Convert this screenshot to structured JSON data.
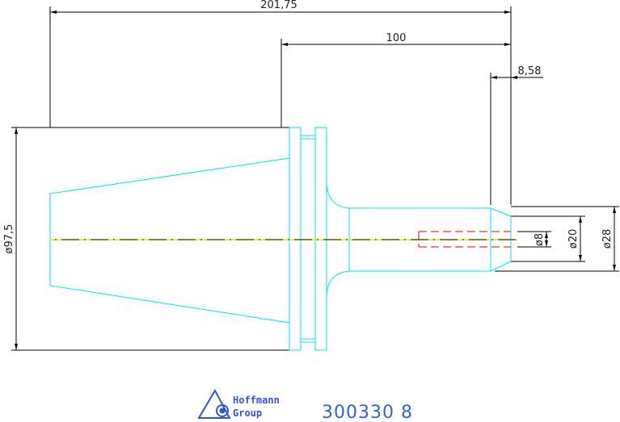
{
  "drawing": {
    "dimensions": {
      "overall_length": "201,75",
      "length_100": "100",
      "length_small": "8,58",
      "diameter_flange": "ø97,5",
      "diameter_bore": "ø8",
      "diameter_shank": "ø20",
      "diameter_nose": "ø28"
    },
    "logo": {
      "line1": "Hoffmann",
      "line2": "Group"
    },
    "part_number": "300330 8",
    "colors": {
      "outline": "#00e5ee",
      "dimension": "#000000",
      "centerline": "#f0e000",
      "hidden": "#e00000",
      "logo": "#3355cc",
      "text": "#3366cc"
    }
  }
}
